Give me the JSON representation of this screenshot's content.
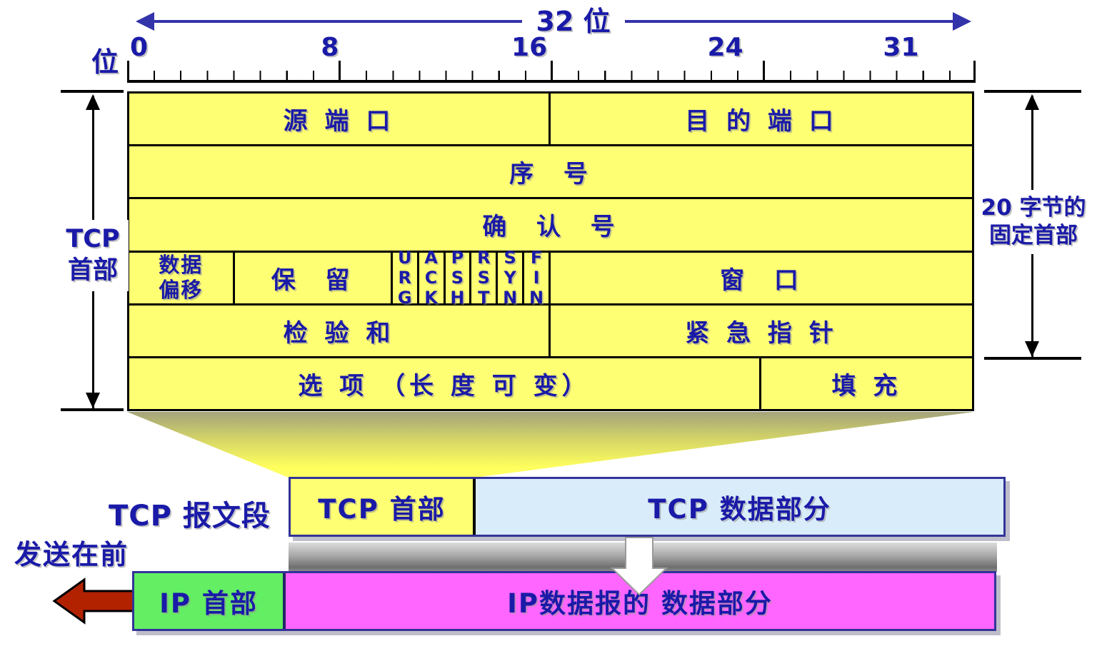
{
  "top_scale": {
    "width_label": "32 位",
    "bit_label": "位",
    "ticks": [
      "0",
      "8",
      "16",
      "24",
      "31"
    ]
  },
  "tcp_table": {
    "source_port": "源 端 口",
    "dest_port": "目 的 端 口",
    "seq_no": "序  号",
    "ack_no": "确  认  号",
    "data_offset": {
      "line1": "数据",
      "line2": "偏移"
    },
    "reserved": "保  留",
    "flags": [
      "URG",
      "ACK",
      "PSH",
      "RST",
      "SYN",
      "FIN"
    ],
    "window": "窗  口",
    "checksum": "检 验 和",
    "urgent_pointer": "紧 急 指 针",
    "options": "选 项 （长 度 可 变）",
    "padding": "填 充"
  },
  "side_labels": {
    "tcp_header": {
      "line1": "TCP",
      "line2": "首部"
    },
    "fixed_header": {
      "line1": "20 字节的",
      "line2": "固定首部"
    }
  },
  "segment_row": {
    "caption": "TCP 报文段",
    "header_box": "TCP 首部",
    "data_box": "TCP 数据部分"
  },
  "ip_row": {
    "caption": "发送在前",
    "header_box": "IP 首部",
    "data_box": "IP数据报的 数据部分"
  },
  "colors": {
    "cell_yellow": "#FFFF73",
    "tcp_data_blue": "#D9ECF9",
    "ip_green": "#63EE63",
    "ip_magenta": "#FF66FF",
    "text_navy": "#1A1AA8",
    "box_border_navy": "#333399",
    "scale_blue": "#3333AA",
    "send_arrow_red": "#B22200"
  }
}
